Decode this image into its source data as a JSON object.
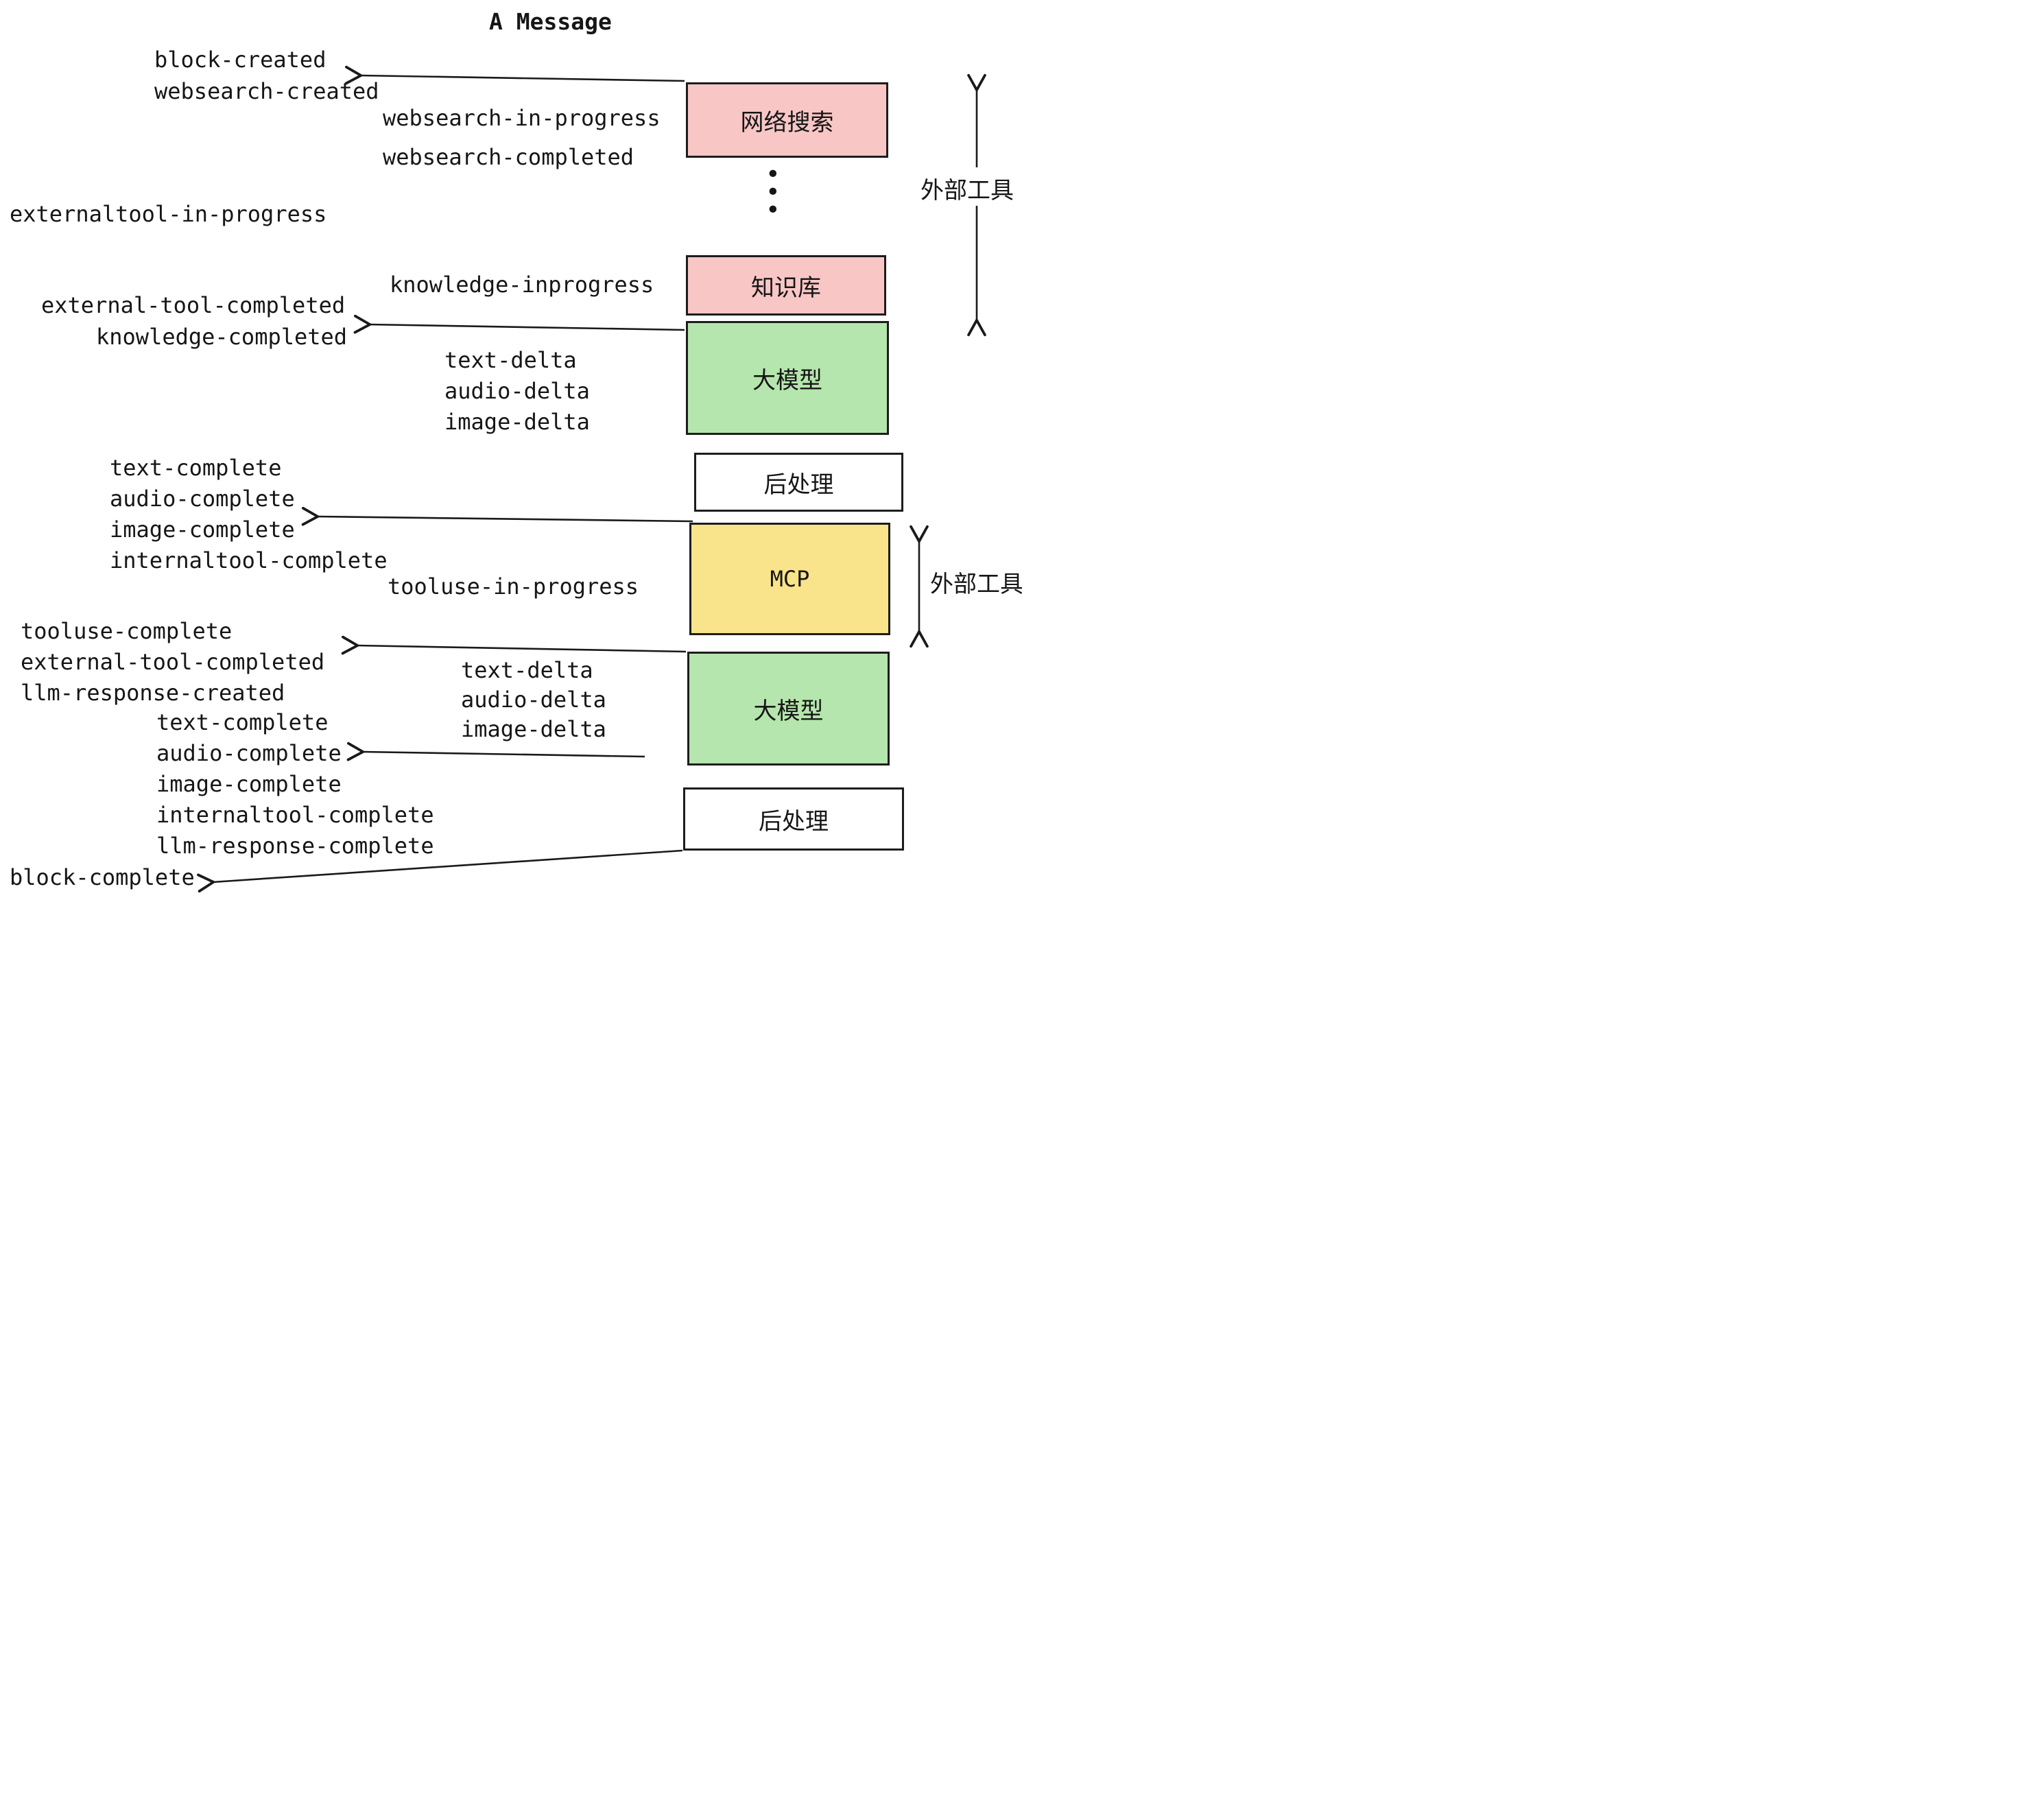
{
  "title": "A Message",
  "boxes": {
    "websearch": {
      "label": "网络搜索",
      "color": "#f9c6c6"
    },
    "knowledge": {
      "label": "知识库",
      "color": "#f9c6c6"
    },
    "llm1": {
      "label": "大模型",
      "color": "#b5e6ad"
    },
    "post1": {
      "label": "后处理",
      "color": "#ffffff"
    },
    "mcp": {
      "label": "MCP",
      "color": "#f9e48b"
    },
    "llm2": {
      "label": "大模型",
      "color": "#b5e6ad"
    },
    "post2": {
      "label": "后处理",
      "color": "#ffffff"
    }
  },
  "side_labels": {
    "external_tools_top": "外部工具",
    "external_tools_mcp": "外部工具"
  },
  "events": {
    "block_created": "block-created",
    "websearch_created": "websearch-created",
    "websearch_in_progress": "websearch-in-progress",
    "websearch_completed": "websearch-completed",
    "externaltool_in_progress": "externaltool-in-progress",
    "knowledge_inprogress": "knowledge-inprogress",
    "external_tool_completed": "external-tool-completed",
    "knowledge_completed": "knowledge-completed",
    "text_delta": "text-delta",
    "audio_delta": "audio-delta",
    "image_delta": "image-delta",
    "text_complete": "text-complete",
    "audio_complete": "audio-complete",
    "image_complete": "image-complete",
    "internaltool_complete": "internaltool-complete",
    "tooluse_in_progress": "tooluse-in-progress",
    "tooluse_complete": "tooluse-complete",
    "llm_response_created": "llm-response-created",
    "llm_response_complete": "llm-response-complete",
    "block_complete": "block-complete"
  },
  "misc": {
    "dot": "•"
  },
  "colors": {
    "line": "#1a1a1a",
    "pink": "#f9c6c6",
    "green": "#b5e6ad",
    "yellow": "#f9e48b"
  }
}
